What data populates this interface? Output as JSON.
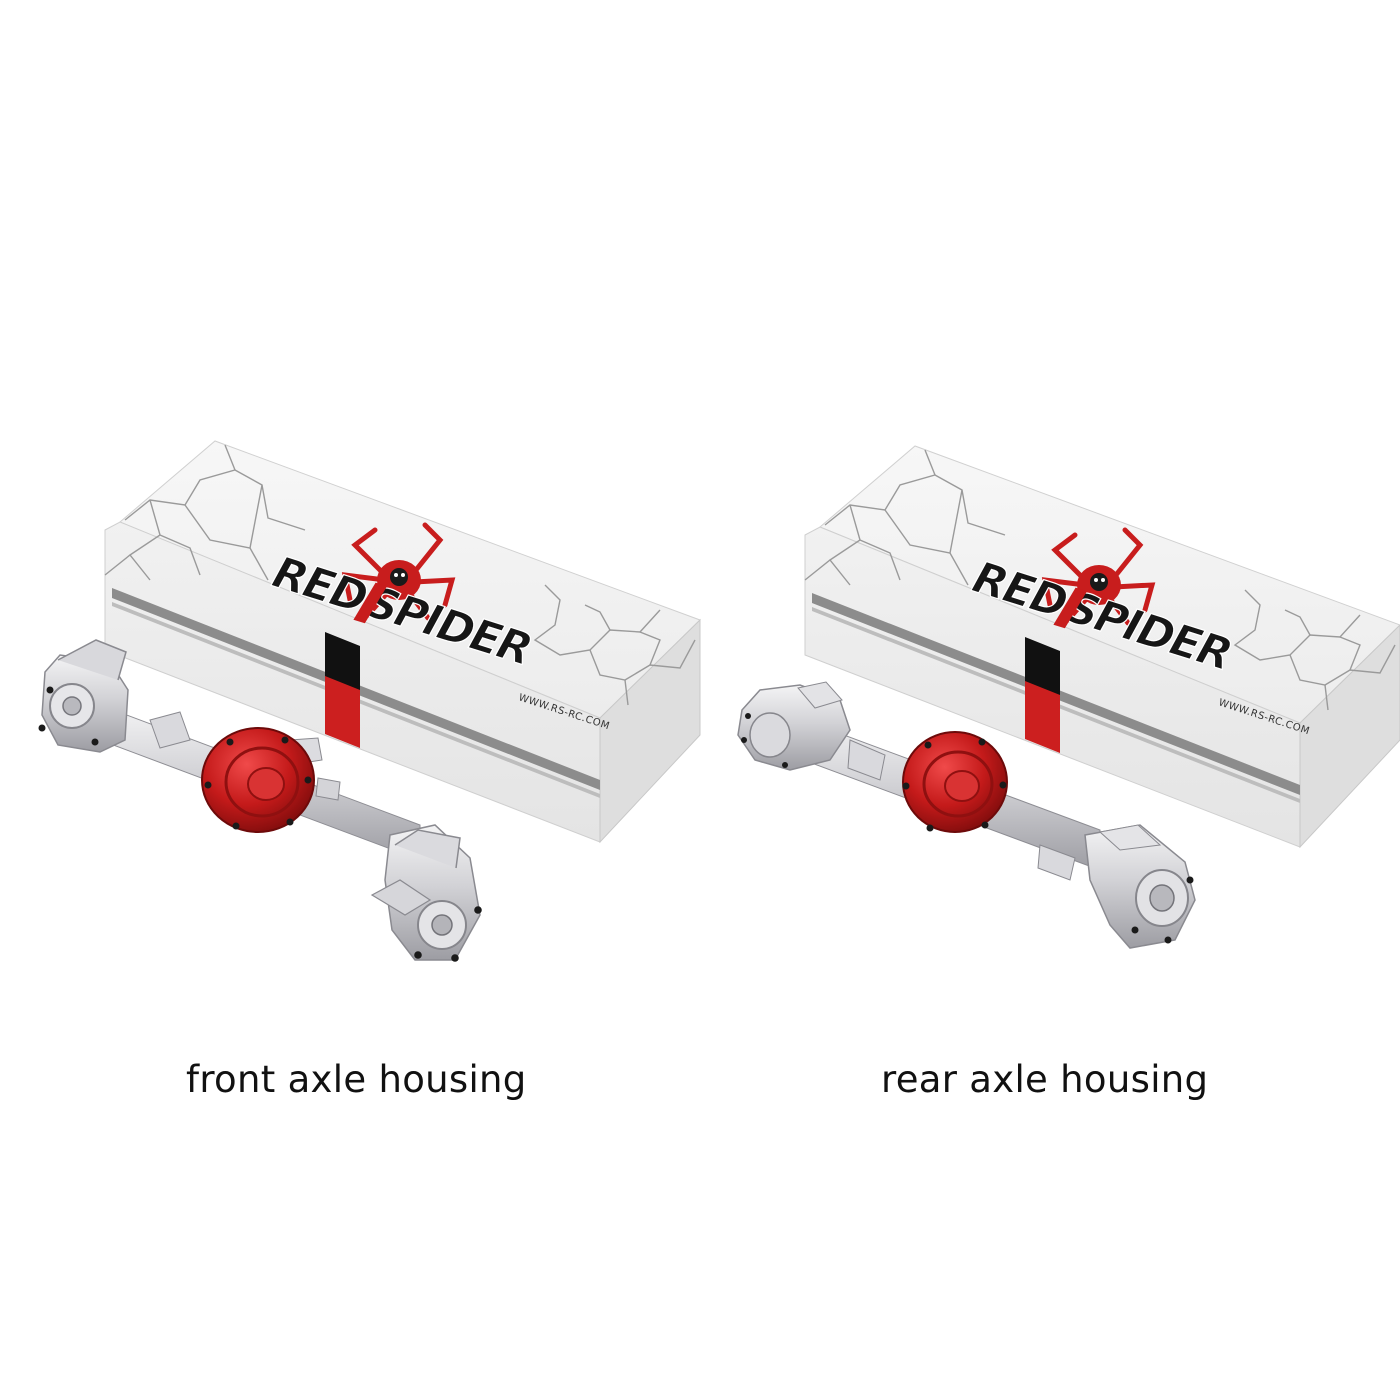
{
  "products": [
    {
      "caption": "front axle housing",
      "box": {
        "brand_logo_text": "REDSPIDER",
        "website_text": "WWW.RS-RC.COM"
      },
      "axle_type": "front"
    },
    {
      "caption": "rear axle housing",
      "box": {
        "brand_logo_text": "REDSPIDER",
        "website_text": "WWW.RS-RC.COM"
      },
      "axle_type": "rear"
    }
  ],
  "colors": {
    "background": "#ffffff",
    "box_white": "#f3f3f3",
    "box_shade": "#e2e2e2",
    "stripe_gray": "#8c8c8c",
    "brand_red": "#d11f1f",
    "stripe_black": "#111111",
    "metal_silver": "#cfcfd2",
    "diff_red": "#b51515"
  },
  "icons": [
    "spider-logo-icon"
  ]
}
